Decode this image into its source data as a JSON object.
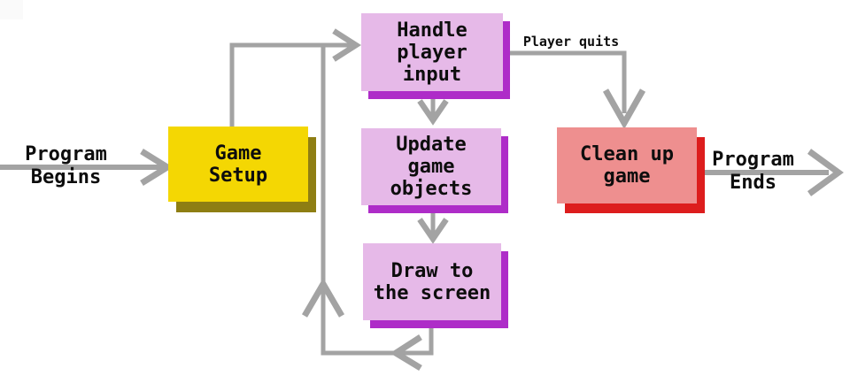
{
  "diagram": {
    "type": "flowchart",
    "subject": "game-loop",
    "background": "#ffffff",
    "connector_color": "#a3a3a3",
    "text_color": "#0d0d0d",
    "start_label": "Program\nBegins",
    "end_label": "Program\nEnds",
    "nodes": [
      {
        "id": "game-setup",
        "label": "Game\nSetup",
        "fill": "#f4d703",
        "shadow": "#8e7e13"
      },
      {
        "id": "handle-player-input",
        "label": "Handle\nplayer\ninput",
        "fill": "#e6b9e8",
        "shadow": "#ae2cc8"
      },
      {
        "id": "update-game-objects",
        "label": "Update\ngame\nobjects",
        "fill": "#e6b9e8",
        "shadow": "#ae2cc8"
      },
      {
        "id": "draw-to-the-screen",
        "label": "Draw to\nthe screen",
        "fill": "#e6b9e8",
        "shadow": "#ae2cc8"
      },
      {
        "id": "clean-up-game",
        "label": "Clean up\ngame",
        "fill": "#ee8f8f",
        "shadow": "#dd1d1d"
      }
    ],
    "edges": [
      {
        "from": "program-begins",
        "to": "game-setup",
        "label": ""
      },
      {
        "from": "game-setup",
        "to": "handle-player-input",
        "label": ""
      },
      {
        "from": "handle-player-input",
        "to": "update-game-objects",
        "label": ""
      },
      {
        "from": "update-game-objects",
        "to": "draw-to-the-screen",
        "label": ""
      },
      {
        "from": "draw-to-the-screen",
        "to": "handle-player-input",
        "label": ""
      },
      {
        "from": "handle-player-input",
        "to": "clean-up-game",
        "label": "Player quits"
      },
      {
        "from": "clean-up-game",
        "to": "program-ends",
        "label": ""
      }
    ]
  }
}
